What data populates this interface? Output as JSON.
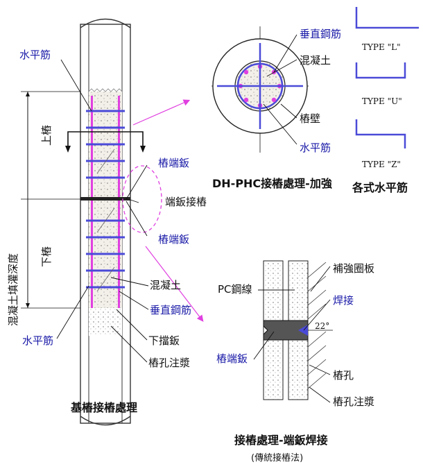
{
  "pile": {
    "title": "基樁接樁處理",
    "labels": {
      "hoop_top": "水平筋",
      "fill_depth": "混凝土填灌深度",
      "upper_pile": "上樁",
      "lower_pile": "下樁",
      "end_plate_upper": "樁端鈑",
      "end_plate_splice": "端鈑接樁",
      "end_plate_lower": "樁端鈑",
      "concrete": "混凝土",
      "vertical_rebar": "垂直鋼筋",
      "hoop_bottom": "水平筋",
      "bottom_plate": "下擋鈑",
      "hole_grout": "樁孔注漿"
    }
  },
  "section": {
    "title": "DH-PHC接樁處理-加強",
    "labels": {
      "vertical_rebar": "垂直鋼筋",
      "concrete": "混凝土",
      "pile_wall": "樁壁",
      "hoop": "水平筋"
    }
  },
  "hoop_types": {
    "title": "各式水平筋",
    "items": [
      "TYPE \"L\"",
      "TYPE \"U\"",
      "TYPE \"Z\""
    ]
  },
  "weld_detail": {
    "title": "接樁處理-端鈑焊接",
    "subtitle": "(傳統接樁法)",
    "labels": {
      "reinforcing_ring": "補強圈板",
      "pc_strand": "PC鋼線",
      "weld": "焊接",
      "angle": "22°",
      "end_plate": "樁端鈑",
      "pile_hole": "樁孔",
      "hole_grout": "樁孔注漿"
    }
  },
  "colors": {
    "hoop": "#4a4ad8",
    "rebar": "#e040e0",
    "label_blue": "#1a1aa8"
  }
}
